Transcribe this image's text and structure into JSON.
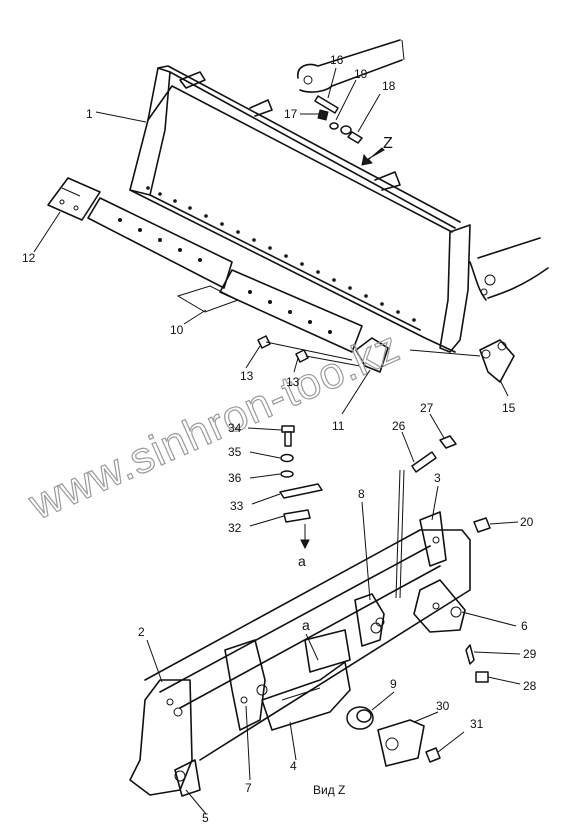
{
  "watermark": "www.sinhron-too.kz",
  "view_label": "Вид Z",
  "z_arrow_label": "Z",
  "ref_label_a": "a",
  "callouts": [
    {
      "id": "c1",
      "text": "1"
    },
    {
      "id": "c2",
      "text": "2"
    },
    {
      "id": "c3",
      "text": "3"
    },
    {
      "id": "c4",
      "text": "4"
    },
    {
      "id": "c5",
      "text": "5"
    },
    {
      "id": "c6",
      "text": "6"
    },
    {
      "id": "c7",
      "text": "7"
    },
    {
      "id": "c8",
      "text": "8"
    },
    {
      "id": "c9",
      "text": "9"
    },
    {
      "id": "c10",
      "text": "10"
    },
    {
      "id": "c11",
      "text": "11"
    },
    {
      "id": "c12",
      "text": "12"
    },
    {
      "id": "c13a",
      "text": "13"
    },
    {
      "id": "c13b",
      "text": "13"
    },
    {
      "id": "c15",
      "text": "15"
    },
    {
      "id": "c16",
      "text": "16"
    },
    {
      "id": "c17",
      "text": "17"
    },
    {
      "id": "c18",
      "text": "18"
    },
    {
      "id": "c19",
      "text": "19"
    },
    {
      "id": "c20",
      "text": "20"
    },
    {
      "id": "c26",
      "text": "26"
    },
    {
      "id": "c27",
      "text": "27"
    },
    {
      "id": "c28",
      "text": "28"
    },
    {
      "id": "c29",
      "text": "29"
    },
    {
      "id": "c30",
      "text": "30"
    },
    {
      "id": "c31",
      "text": "31"
    },
    {
      "id": "c32",
      "text": "32"
    },
    {
      "id": "c33",
      "text": "33"
    },
    {
      "id": "c34",
      "text": "34"
    },
    {
      "id": "c35",
      "text": "35"
    },
    {
      "id": "c36",
      "text": "36"
    }
  ]
}
